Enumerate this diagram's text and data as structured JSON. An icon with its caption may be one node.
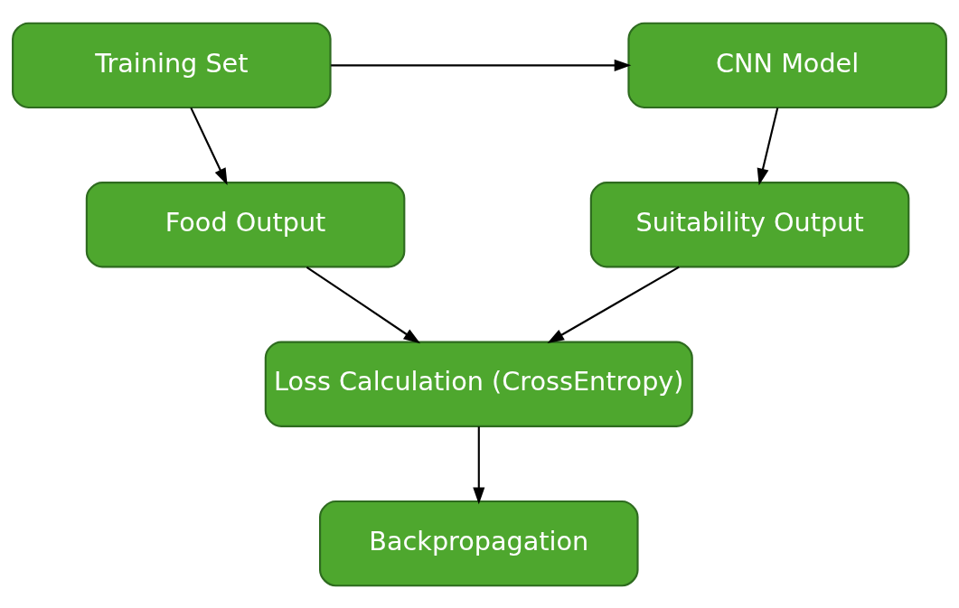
{
  "diagram": {
    "nodes": [
      {
        "text": [
          "Training Set"
        ]
      },
      {
        "text": [
          "CNN Model"
        ]
      },
      {
        "text": [
          "Food Output"
        ]
      },
      {
        "text": [
          "Suitability Output"
        ]
      },
      {
        "text": [
          "Loss Calculation (CrossEntropy)"
        ]
      },
      {
        "text": [
          "Backpropagation"
        ]
      }
    ],
    "edges": [
      {
        "from": 0,
        "to": 1,
        "arrow": "to"
      },
      {
        "from": 0,
        "to": 2,
        "arrow": "to"
      },
      {
        "from": 1,
        "to": 3,
        "arrow": "to"
      },
      {
        "from": 2,
        "to": 4,
        "arrow": "to"
      },
      {
        "from": 3,
        "to": 4,
        "arrow": "to"
      },
      {
        "from": 4,
        "to": 5,
        "arrow": "to"
      }
    ]
  }
}
